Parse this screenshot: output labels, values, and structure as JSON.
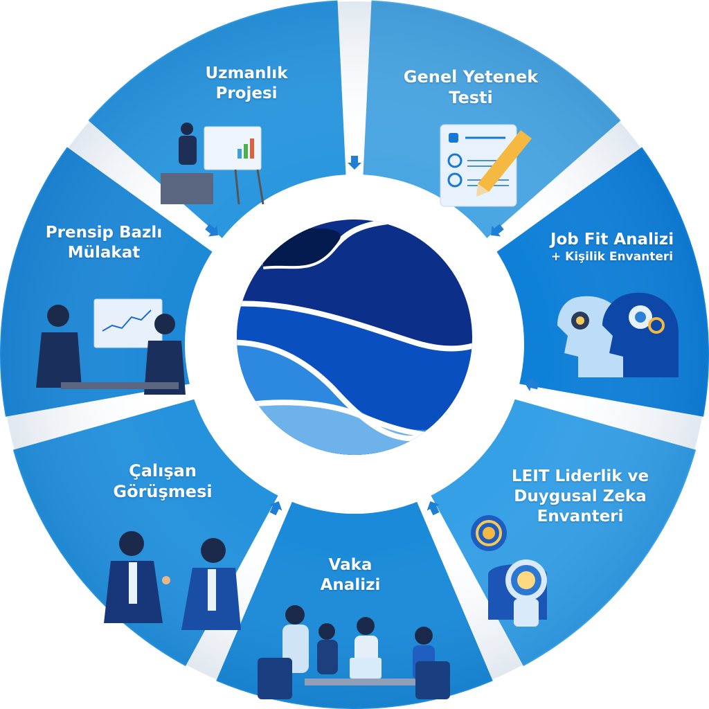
{
  "diagram": {
    "type": "cycle-wheel",
    "center": {
      "name": "central-logo",
      "colors": [
        "#031a4e",
        "#0c2f8a",
        "#0a4fc0",
        "#2d88e0",
        "#6db2ea"
      ]
    },
    "segments": [
      {
        "id": "uzmanlik",
        "lines": [
          "Uzmanlık",
          "Projesi"
        ],
        "color": "#4aa6e2",
        "icon": "presentation-board-icon"
      },
      {
        "id": "genel",
        "lines": [
          "Genel Yetenek",
          "Testi"
        ],
        "color": "#0f80d8",
        "icon": "checklist-pencil-icon"
      },
      {
        "id": "jobfit",
        "lines": [
          "Job Fit Analizi",
          "+ Kişilik Envanteri"
        ],
        "color": "#36a0e6",
        "icon": "heads-gears-icon"
      },
      {
        "id": "leit",
        "lines": [
          "LEIT Liderlik ve",
          "Duygusal Zeka",
          "Envanteri"
        ],
        "color": "#1b8bd9",
        "icon": "lightbulb-head-icon"
      },
      {
        "id": "vaka",
        "lines": [
          "Vaka",
          "Analizi"
        ],
        "color": "#2592dd",
        "icon": "team-meeting-icon"
      },
      {
        "id": "calisan",
        "lines": [
          "Çalışan",
          "Görüşmesi"
        ],
        "color": "#1e89d7",
        "icon": "handshake-icon"
      },
      {
        "id": "prensip",
        "lines": [
          "Prensip Bazlı",
          "Mülakat"
        ],
        "color": "#2b97de",
        "icon": "interview-icon"
      }
    ],
    "arrow_color": "#1f7fd4"
  }
}
